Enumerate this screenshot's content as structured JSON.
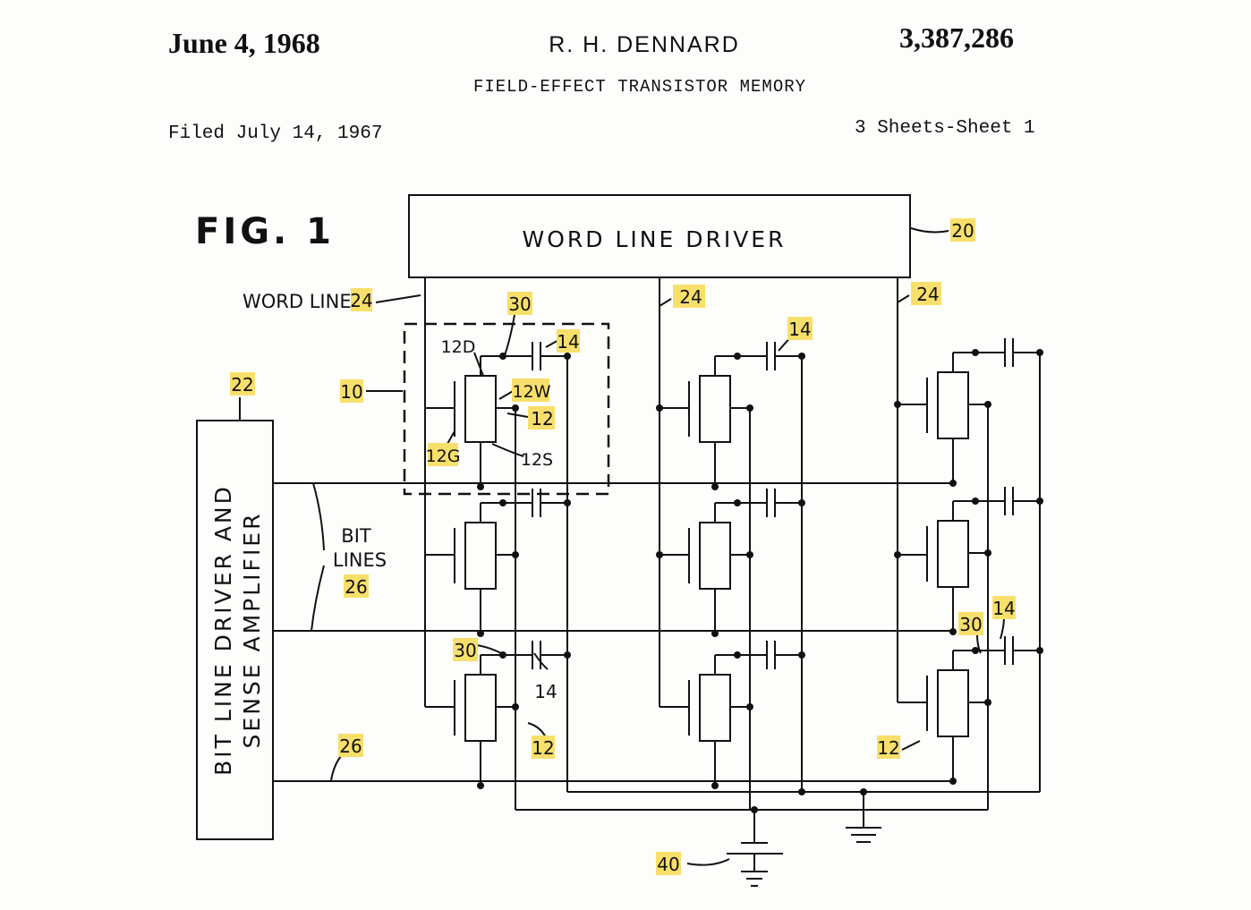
{
  "header": {
    "date": "June 4, 1968",
    "inventor": "R. H. DENNARD",
    "patent_number": "3,387,286",
    "title": "FIELD-EFFECT TRANSISTOR MEMORY",
    "filed": "Filed July 14, 1967",
    "sheets": "3 Sheets-Sheet 1"
  },
  "figure": {
    "label": "FIG. 1",
    "word_line_driver": "WORD LINE DRIVER",
    "bit_line_driver_line1": "BIT LINE DRIVER AND",
    "bit_line_driver_line2": "SENSE AMPLIFIER",
    "word_line_text": "WORD LINE",
    "bit_lines_text_1": "BIT",
    "bit_lines_text_2": "LINES"
  },
  "refs": {
    "r20": "20",
    "r22": "22",
    "r24": "24",
    "r26": "26",
    "r30": "30",
    "r14": "14",
    "r10": "10",
    "r12": "12",
    "r12D": "12D",
    "r12W": "12W",
    "r12G": "12G",
    "r12S": "12S",
    "r40": "40"
  },
  "highlight_color": "#f7df6b"
}
